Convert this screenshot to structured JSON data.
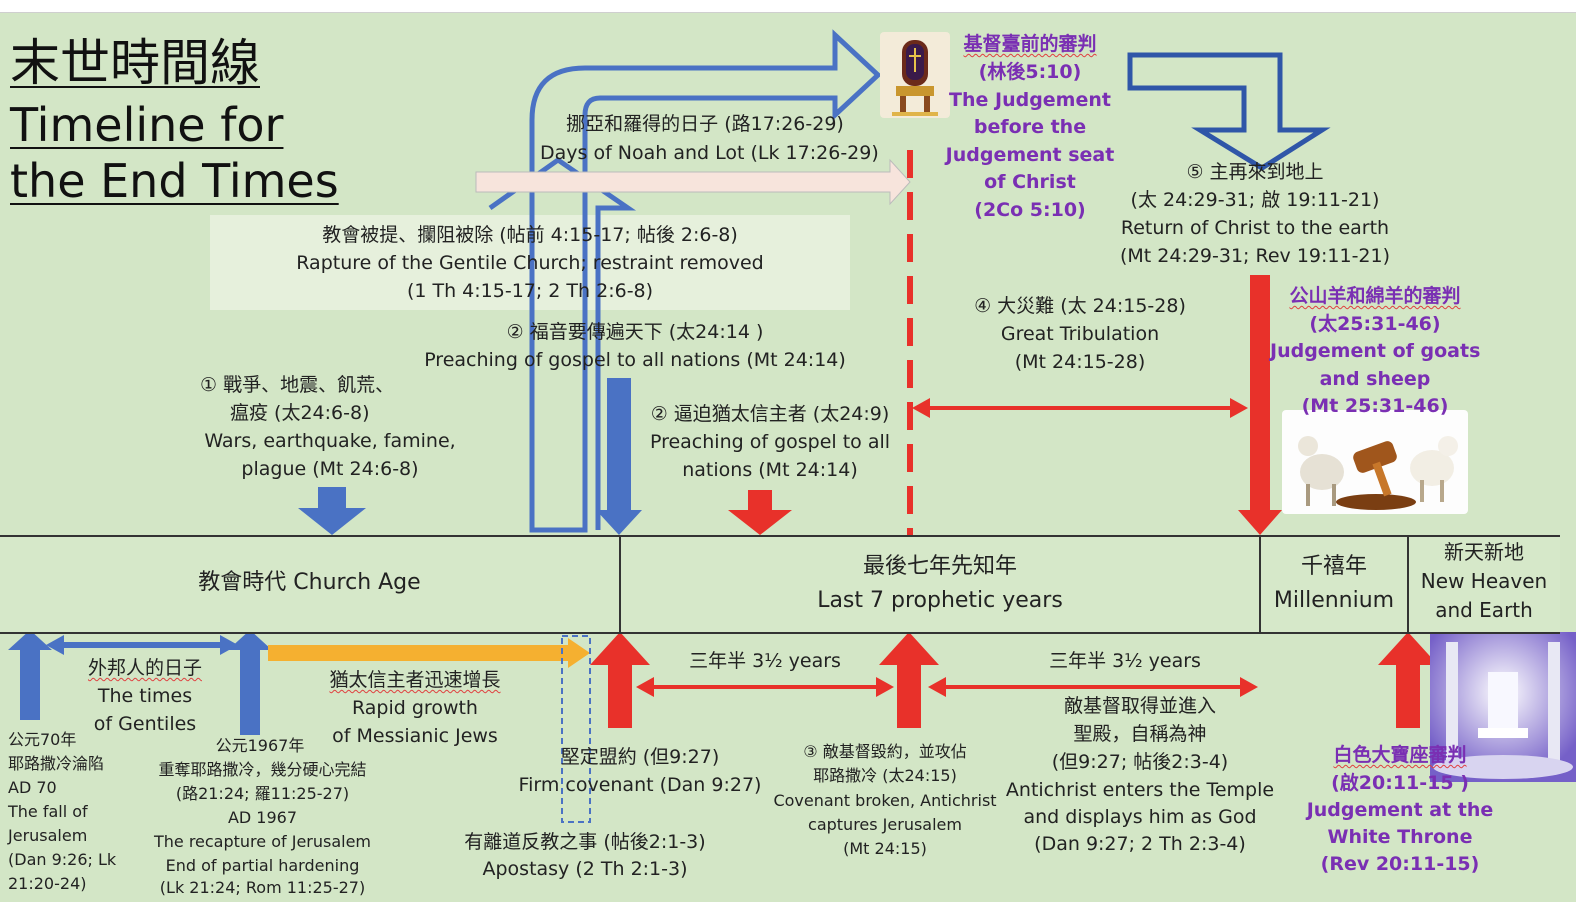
{
  "title": {
    "zh": "末世時間線",
    "en_line1": "Timeline for",
    "en_line2": "the End Times"
  },
  "top_events": {
    "noah": {
      "zh": "挪亞和羅得的日子 (路17:26-29)",
      "en": "Days of Noah and Lot (Lk 17:26-29)"
    },
    "rapture": {
      "zh": "教會被提、攔阻被除 (帖前 4:15-17; 帖後 2:6-8)",
      "en1": "Rapture of the Gentile Church; restraint removed",
      "en2": "(1 Th 4:15-17; 2 Th 2:6-8)"
    },
    "judgement_christ": {
      "zh1": "基督臺前的審判",
      "zh2": "(林後5:10)",
      "en1": "The Judgement",
      "en2": "before the",
      "en3": "Judgement seat",
      "en4": "of Christ",
      "ref": "(2Co 5:10)"
    },
    "return": {
      "zh": "⑤ 主再來到地上",
      "ref_zh": "(太 24:29-31; 啟 19:11-21)",
      "en": "Return of Christ to the earth",
      "ref_en": "(Mt 24:29-31; Rev 19:11-21)"
    },
    "tribulation": {
      "zh": "④ 大災難 (太 24:15-28)",
      "en": "Great Tribulation",
      "ref": "(Mt 24:15-28)"
    },
    "goats_sheep": {
      "zh": "公山羊和綿羊的審判",
      "ref_zh": "(太25:31-46)",
      "en1": "Judgement of goats",
      "en2": "and sheep",
      "ref_en": "(Mt 25:31-46)"
    },
    "gospel": {
      "zh": "② 福音要傳遍天下 (太24:14 )",
      "en": "Preaching of gospel to all nations (Mt 24:14)"
    },
    "wars": {
      "zh1": "① 戰爭、地震、飢荒、",
      "zh2": "瘟疫 (太24:6-8)",
      "en1": "Wars, earthquake, famine,",
      "en2": "plague (Mt 24:6-8)"
    },
    "persecution": {
      "zh": "② 逼迫猶太信主者 (太24:9)",
      "en1": "Preaching of gospel to all",
      "en2": "nations (Mt 24:14)"
    }
  },
  "band": {
    "church_age": "教會時代 Church Age",
    "last7_zh": "最後七年先知年",
    "last7_en": "Last 7 prophetic years",
    "millennium_zh": "千禧年",
    "millennium_en": "Millennium",
    "newheaven_zh": "新天新地",
    "newheaven_en1": "New Heaven",
    "newheaven_en2": "and Earth"
  },
  "bottom_events": {
    "gentiles": {
      "zh": "外邦人的日子",
      "en1": "The times",
      "en2": "of Gentiles"
    },
    "ad70": {
      "zh1": "公元70年",
      "zh2": "耶路撒冷淪陷",
      "en1": "AD 70",
      "en2": "The fall of",
      "en3": "Jerusalem",
      "ref1": "(Dan 9:26; Lk",
      "ref2": "21:20-24)"
    },
    "ad1967": {
      "zh1": "公元1967年",
      "zh2": "重奪耶路撒冷，幾分硬心完結",
      "ref_zh": "(路21:24; 羅11:25-27)",
      "en1": "AD 1967",
      "en2": "The recapture of Jerusalem",
      "en3": "End of partial hardening",
      "ref_en": "(Lk 21:24; Rom 11:25-27)"
    },
    "jews": {
      "zh": "猶太信主者迅速增長",
      "en1": "Rapid growth",
      "en2": "of Messianic Jews"
    },
    "covenant": {
      "zh": "堅定盟約 (但9:27)",
      "en": "Firm covenant (Dan 9:27)"
    },
    "apostasy": {
      "zh": "有離道反教之事 (帖後2:1-3)",
      "en": "Apostasy (2 Th 2:1-3)"
    },
    "half1": "三年半 3½ years",
    "half2": "三年半 3½ years",
    "broken": {
      "zh1": "③ 敵基督毀約，並攻佔",
      "zh2": "耶路撒冷 (太24:15)",
      "en1": "Covenant broken, Antichrist",
      "en2": "captures Jerusalem",
      "ref": "(Mt 24:15)"
    },
    "antichrist": {
      "zh1": "敵基督取得並進入",
      "zh2": "聖殿，自稱為神",
      "ref_zh": "(但9:27; 帖後2:3-4)",
      "en1": "Antichrist enters the Temple",
      "en2": "and displays him as God",
      "ref_en": "(Dan 9:27; 2 Th 2:3-4)"
    },
    "white_throne": {
      "zh": "白色大寶座審判",
      "ref_zh": "(啟20:11-15 )",
      "en1": "Judgement at the",
      "en2": "White Throne",
      "ref_en": "(Rev 20:11-15)"
    }
  },
  "colors": {
    "background": "#d3e6c6",
    "blue": "#4a72c4",
    "red": "#e8312a",
    "orange": "#f5b030",
    "purple": "#7a2fb3"
  }
}
